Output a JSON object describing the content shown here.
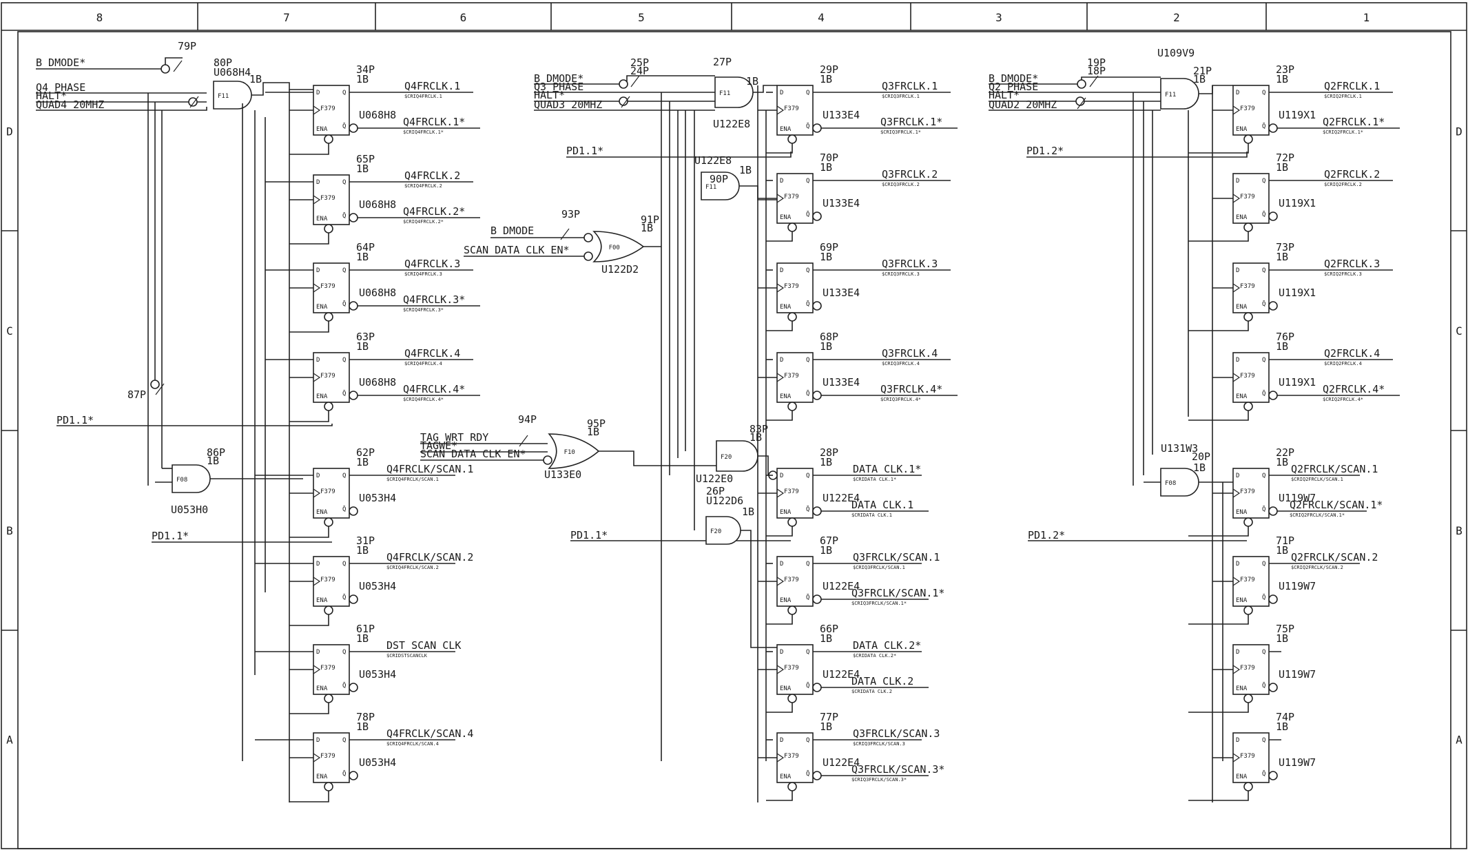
{
  "zones_top": [
    "8",
    "7",
    "6",
    "5",
    "4",
    "3",
    "2",
    "1"
  ],
  "zones_side_left": [
    "D",
    "C",
    "B",
    "A"
  ],
  "zones_side_right": [
    "D",
    "C",
    "B",
    "A"
  ],
  "reg_type": "F379",
  "ena_label": "ENA",
  "pin_labels": {
    "d": "D",
    "q": "Q",
    "qn": "Q̄"
  },
  "gate_types": {
    "f11": "F11",
    "f00": "F00",
    "f08": "F08",
    "f10": "F10",
    "f20": "F20"
  },
  "sheet": {
    "c8": {
      "inputs": [
        "B DMODE*",
        "Q4 PHASE",
        "HALT*",
        "QUAD4 20MHZ"
      ],
      "and_ref": "80P",
      "and_chip": "U068H4",
      "and_pins": "1B",
      "p79": "79P",
      "p87": "87P",
      "pd_a": "PD1.1*",
      "pd_b": "PD1.1*",
      "and2_ref": "86P",
      "and2_pins": "1B",
      "and2_chip": "U053H0"
    },
    "c7": {
      "regs": [
        {
          "ref": "34P",
          "pins": "1B",
          "chip": "U068H8",
          "q": "Q4FRCLK.1",
          "qs": "$CRIQ4FRCLK.1",
          "qn": "Q4FRCLK.1*",
          "qns": "$CRIQ4FRCLK.1*"
        },
        {
          "ref": "65P",
          "pins": "1B",
          "chip": "U068H8",
          "q": "Q4FRCLK.2",
          "qs": "$CRIQ4FRCLK.2",
          "qn": "Q4FRCLK.2*",
          "qns": "$CRIQ4FRCLK.2*"
        },
        {
          "ref": "64P",
          "pins": "1B",
          "chip": "U068H8",
          "q": "Q4FRCLK.3",
          "qs": "$CRIQ4FRCLK.3",
          "qn": "Q4FRCLK.3*",
          "qns": "$CRIQ4FRCLK.3*"
        },
        {
          "ref": "63P",
          "pins": "1B",
          "chip": "U068H8",
          "q": "Q4FRCLK.4",
          "qs": "$CRIQ4FRCLK.4",
          "qn": "Q4FRCLK.4*",
          "qns": "$CRIQ4FRCLK.4*"
        },
        {
          "ref": "62P",
          "pins": "1B",
          "chip": "U053H4",
          "q": "Q4FRCLK/SCAN.1",
          "qs": "$CRIQ4FRCLK/SCAN.1"
        },
        {
          "ref": "31P",
          "pins": "1B",
          "chip": "U053H4",
          "q": "Q4FRCLK/SCAN.2",
          "qs": "$CRIQ4FRCLK/SCAN.2"
        },
        {
          "ref": "61P",
          "pins": "1B",
          "chip": "U053H4",
          "q": "DST SCAN CLK",
          "qs": "$CRIDSTSCANCLK"
        },
        {
          "ref": "78P",
          "pins": "1B",
          "chip": "U053H4",
          "q": "Q4FRCLK/SCAN.4",
          "qs": "$CRIQ4FRCLK/SCAN.4"
        }
      ]
    },
    "c6": {
      "or1_inputs": [
        "B DMODE",
        "SCAN DATA CLK EN*"
      ],
      "p93": "93P",
      "p91": "91P",
      "p91_pins": "1B",
      "or1_chip": "U122D2",
      "or2_inputs": [
        "TAG WRT RDY",
        "TAGWE*",
        "SCAN DATA CLK EN*"
      ],
      "p94": "94P",
      "p95": "95P",
      "p95_pins": "1B",
      "or2_chip": "U133E0"
    },
    "c5": {
      "inputs": [
        "B DMODE*",
        "Q3 PHASE",
        "HALT*",
        "QUAD3 20MHZ"
      ],
      "p25": "25P",
      "p24": "24P",
      "and_ref": "27P",
      "and_pins": "1B",
      "and_chip": "U122E8",
      "pd_a": "PD1.1*",
      "pd_b": "PD1.1*",
      "and90_chip": "U122E8",
      "and90_ref": "90P",
      "and90_pins": "1B",
      "and83_ref": "83P",
      "and83_pins": "1B",
      "and83_chip": "U122E0",
      "and26_ref": "26P",
      "and26_chip": "U122D6",
      "and26_pins": "1B"
    },
    "c4": {
      "regs": [
        {
          "ref": "29P",
          "pins": "1B",
          "chip": "U133E4",
          "q": "Q3FRCLK.1",
          "qs": "$CRIQ3FRCLK.1",
          "qn": "Q3FRCLK.1*",
          "qns": "$CRIQ3FRCLK.1*"
        },
        {
          "ref": "70P",
          "pins": "1B",
          "chip": "U133E4",
          "q": "Q3FRCLK.2",
          "qs": "$CRIQ3FRCLK.2"
        },
        {
          "ref": "69P",
          "pins": "1B",
          "chip": "U133E4",
          "q": "Q3FRCLK.3",
          "qs": "$CRIQ3FRCLK.3"
        },
        {
          "ref": "68P",
          "pins": "1B",
          "chip": "U133E4",
          "q": "Q3FRCLK.4",
          "qs": "$CRIQ3FRCLK.4",
          "qn": "Q3FRCLK.4*",
          "qns": "$CRIQ3FRCLK.4*"
        },
        {
          "ref": "28P",
          "pins": "1B",
          "chip": "U122E4",
          "q": "DATA CLK.1*",
          "qs": "$CRIDATA CLK.1*",
          "qn": "DATA CLK.1",
          "qns": "$CRIDATA CLK.1"
        },
        {
          "ref": "67P",
          "pins": "1B",
          "chip": "U122E4",
          "q": "Q3FRCLK/SCAN.1",
          "qs": "$CRIQ3FRCLK/SCAN.1",
          "qn": "Q3FRCLK/SCAN.1*",
          "qns": "$CRIQ3FRCLK/SCAN.1*"
        },
        {
          "ref": "66P",
          "pins": "1B",
          "chip": "U122E4",
          "q": "DATA CLK.2*",
          "qs": "$CRIDATA CLK.2*",
          "qn": "DATA CLK.2",
          "qns": "$CRIDATA CLK.2"
        },
        {
          "ref": "77P",
          "pins": "1B",
          "chip": "U122E4",
          "q": "Q3FRCLK/SCAN.3",
          "qs": "$CRIQ3FRCLK/SCAN.3",
          "qn": "Q3FRCLK/SCAN.3*",
          "qns": "$CRIQ3FRCLK/SCAN.3*"
        }
      ]
    },
    "c2": {
      "chip_top": "U109V9",
      "inputs": [
        "B DMODE*",
        "Q2 PHASE",
        "HALT*",
        "QUAD2 20MHZ"
      ],
      "p19": "19P",
      "p18": "18P",
      "and_ref": "21P",
      "and_pins": "1B",
      "pd_a": "PD1.2*",
      "pd_b": "PD1.2*",
      "and2_chip": "U131W3",
      "and2_ref": "20P",
      "and2_pins": "1B"
    },
    "c1": {
      "regs": [
        {
          "ref": "23P",
          "pins": "1B",
          "chip": "U119X1",
          "q": "Q2FRCLK.1",
          "qs": "$CRIQ2FRCLK.1",
          "qn": "Q2FRCLK.1*",
          "qns": "$CRIQ2FRCLK.1*"
        },
        {
          "ref": "72P",
          "pins": "1B",
          "chip": "U119X1",
          "q": "Q2FRCLK.2",
          "qs": "$CRIQ2FRCLK.2"
        },
        {
          "ref": "73P",
          "pins": "1B",
          "chip": "U119X1",
          "q": "Q2FRCLK.3",
          "qs": "$CRIQ2FRCLK.3"
        },
        {
          "ref": "76P",
          "pins": "1B",
          "chip": "U119X1",
          "q": "Q2FRCLK.4",
          "qs": "$CRIQ2FRCLK.4",
          "qn": "Q2FRCLK.4*",
          "qns": "$CRIQ2FRCLK.4*"
        },
        {
          "ref": "22P",
          "pins": "1B",
          "chip": "U119W7",
          "q": "Q2FRCLK/SCAN.1",
          "qs": "$CRIQ2FRCLK/SCAN.1",
          "qn": "Q2FRCLK/SCAN.1*",
          "qns": "$CRIQ2FRCLK/SCAN.1*"
        },
        {
          "ref": "71P",
          "pins": "1B",
          "chip": "U119W7",
          "q": "Q2FRCLK/SCAN.2",
          "qs": "$CRIQ2FRCLK/SCAN.2"
        },
        {
          "ref": "75P",
          "pins": "1B",
          "chip": "U119W7"
        },
        {
          "ref": "74P",
          "pins": "1B",
          "chip": "U119W7"
        }
      ]
    }
  }
}
